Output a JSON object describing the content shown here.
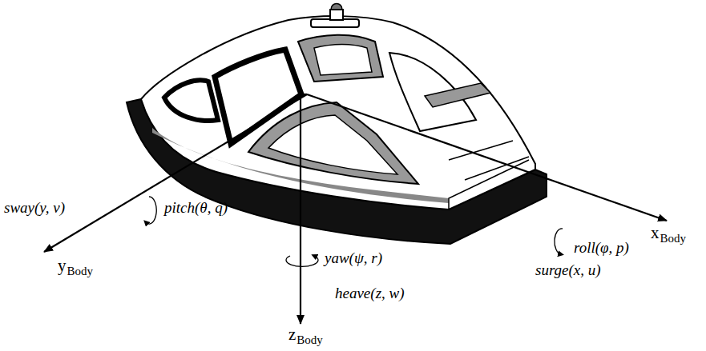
{
  "diagram": {
    "labels": [
      "sway(y, v)",
      "pitch(θ, q)",
      "yaw(ψ, r)",
      "heave(z, w)",
      "roll(φ, p)",
      "surge(x, u)",
      "x",
      "Body",
      "y",
      "Body",
      "z",
      "Body"
    ]
  }
}
